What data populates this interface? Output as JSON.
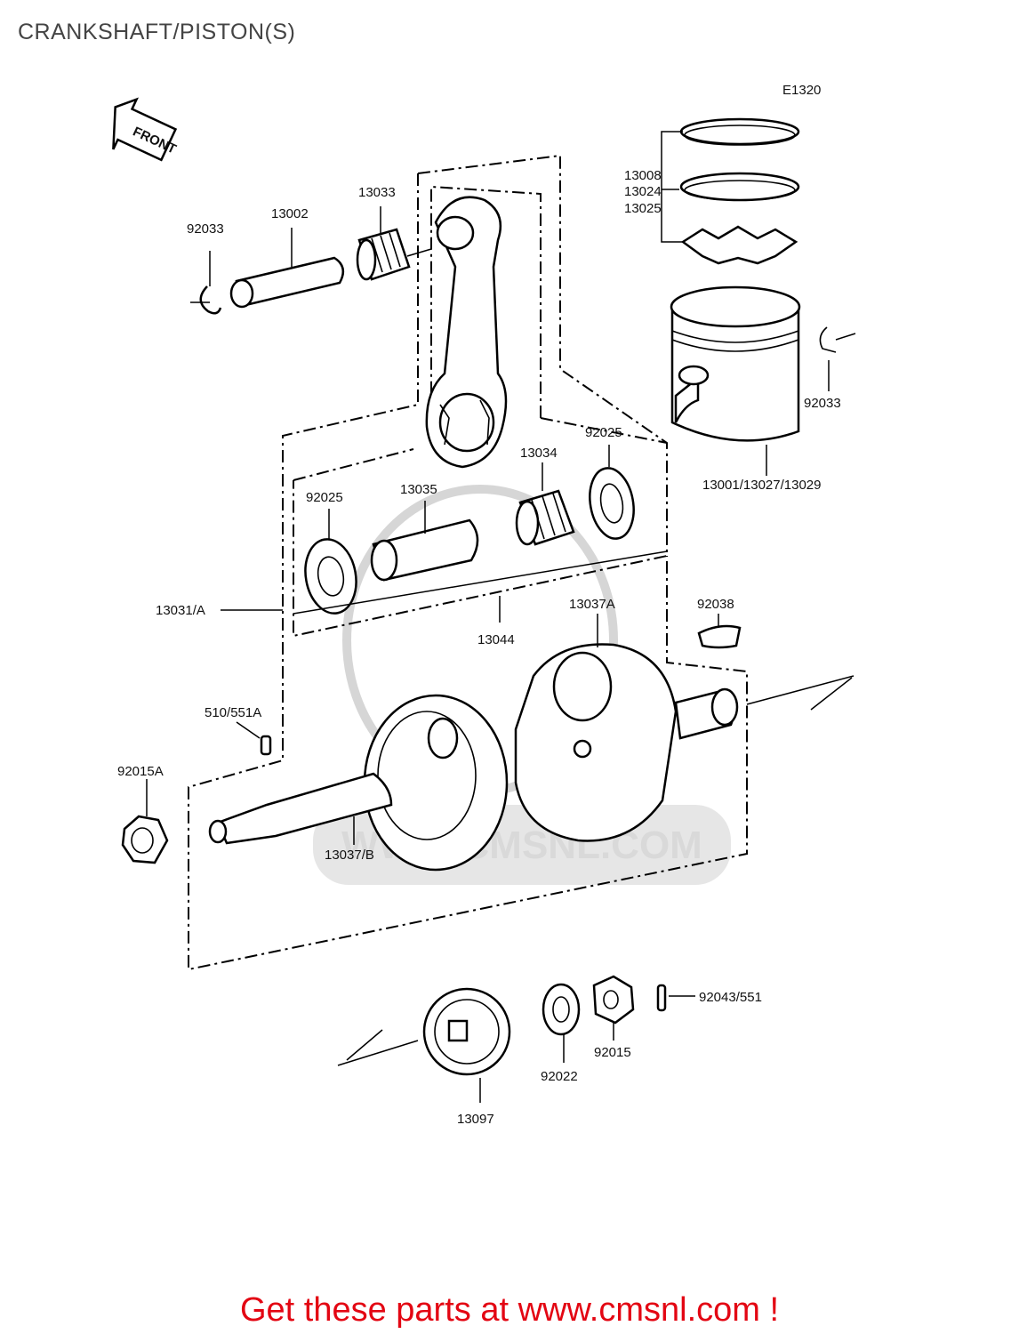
{
  "page": {
    "title": "CRANKSHAFT/PISTON(S)",
    "footer_text": "Get these parts at www.cmsnl.com !",
    "footer_color": "#e30613"
  },
  "diagram": {
    "code": "E1320",
    "front_label": "FRONT",
    "watermark_text": "WWW.CMSNL.COM",
    "labels": {
      "p92033_left": "92033",
      "p13002": "13002",
      "p13033": "13033",
      "p13008": "13008",
      "p13024": "13024",
      "p13025": "13025",
      "p92033_right": "92033",
      "p13001": "13001/13027/13029",
      "p92025_right": "92025",
      "p13034": "13034",
      "p92025_left": "92025",
      "p13035": "13035",
      "p13031": "13031/A",
      "p13044": "13044",
      "p13037a": "13037A",
      "p92038": "92038",
      "p510": "510/551A",
      "p92015a": "92015A",
      "p13037b": "13037/B",
      "p92043": "92043/551",
      "p92022": "92022",
      "p92015": "92015",
      "p13097": "13097"
    }
  }
}
